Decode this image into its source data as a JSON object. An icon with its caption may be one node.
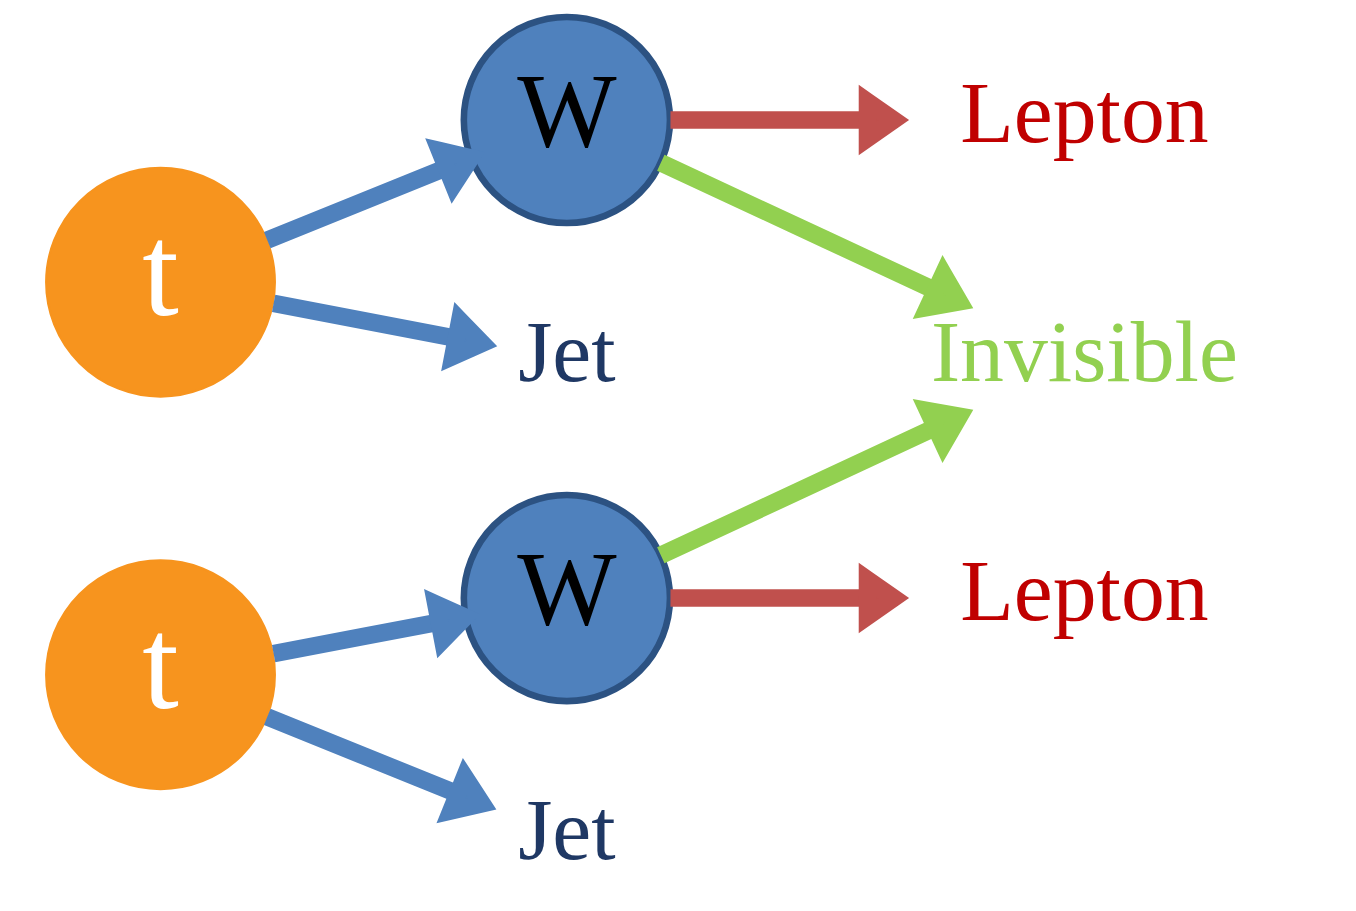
{
  "diagram": {
    "nodes": [
      {
        "text": [
          "t"
        ]
      },
      {
        "text": [
          "W"
        ]
      },
      {
        "text": [
          "Jet"
        ]
      },
      {
        "text": [
          "Lepton"
        ]
      },
      {
        "text": [
          "t"
        ]
      },
      {
        "text": [
          "W"
        ]
      },
      {
        "text": [
          "Jet"
        ]
      },
      {
        "text": [
          "Lepton"
        ]
      },
      {
        "text": [
          "Invisible"
        ]
      }
    ],
    "edges": [
      {
        "from": 0,
        "to": 2,
        "arrow": "to"
      },
      {
        "from": 0,
        "to": 1,
        "arrow": "to"
      },
      {
        "from": 1,
        "to": 3,
        "arrow": "to",
        "color": "#c0504d"
      },
      {
        "from": 1,
        "to": 8,
        "arrow": "to",
        "color": "#92d050"
      },
      {
        "from": 4,
        "to": 5,
        "arrow": "to"
      },
      {
        "from": 4,
        "to": 6,
        "arrow": "to"
      },
      {
        "from": 5,
        "to": 8,
        "arrow": "to",
        "color": "#92d050"
      },
      {
        "from": 5,
        "to": 7,
        "arrow": "to",
        "color": "#c0504d"
      }
    ]
  }
}
